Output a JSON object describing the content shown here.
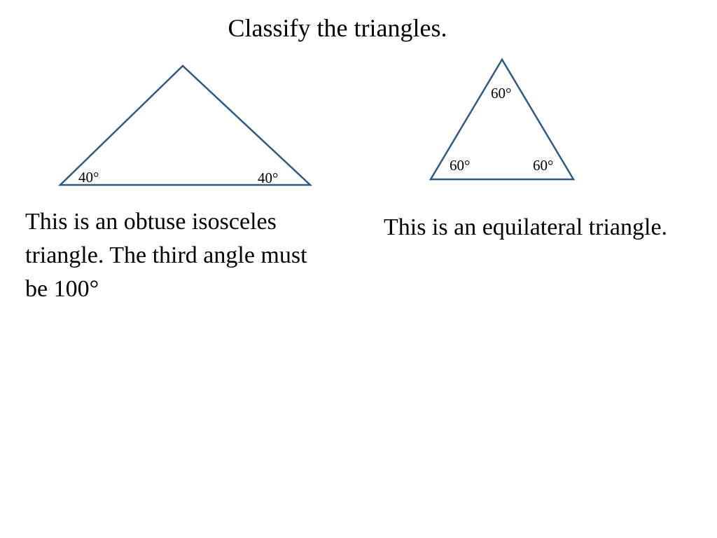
{
  "title": "Classify the triangles.",
  "triangles": [
    {
      "angles": [
        "40°",
        "40°"
      ],
      "caption": "This is an obtuse isosceles triangle. The third angle must be 100°"
    },
    {
      "angles": [
        "60°",
        "60°",
        "60°"
      ],
      "caption": "This is an equilateral triangle."
    }
  ],
  "colors": {
    "stroke": "#34597f",
    "text": "#000000",
    "background": "#ffffff"
  }
}
